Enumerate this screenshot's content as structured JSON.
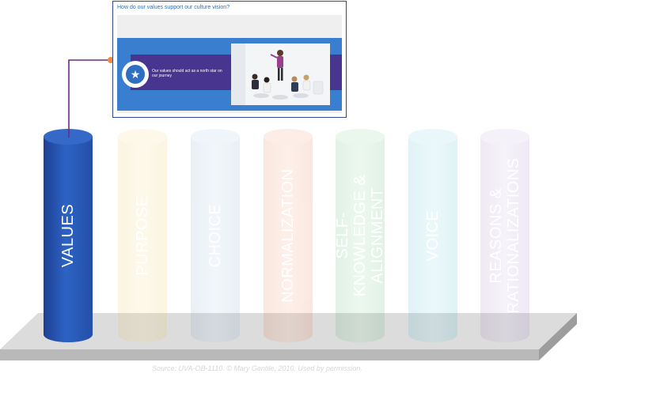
{
  "slide": {
    "question": "How do our values support our culture vision?",
    "caption": "Our values should act as a north star on our journey",
    "star_glyph": "★"
  },
  "pillars": [
    {
      "id": "values",
      "label": "VALUES",
      "color": "#2d63c4",
      "highlighted": true
    },
    {
      "id": "purpose",
      "label": "PURPOSE",
      "color": "#f3d779",
      "highlighted": false
    },
    {
      "id": "choice",
      "label": "CHOICE",
      "color": "#a9c6e3",
      "highlighted": false
    },
    {
      "id": "normalization",
      "label": "NORMALIZATION",
      "color": "#f29a70",
      "highlighted": false
    },
    {
      "id": "self-knowledge",
      "label": "SELF-KNOWLEDGE & ALIGNMENT",
      "color": "#85d197",
      "highlighted": false
    },
    {
      "id": "voice",
      "label": "VOICE",
      "color": "#7fd3e3",
      "highlighted": false
    },
    {
      "id": "reasons",
      "label": "REASONS & RATIONALIZATIONS",
      "color": "#c3abda",
      "highlighted": false
    }
  ],
  "source": "Source: UVA-OB-1110.  © Mary Gentile, 2010. Used by permission.",
  "colors": {
    "connector": "#6b2a8a",
    "connector_dot": "#f08a3a",
    "platform_top": "#d9d9d9",
    "platform_side": "#a8a8a8"
  }
}
